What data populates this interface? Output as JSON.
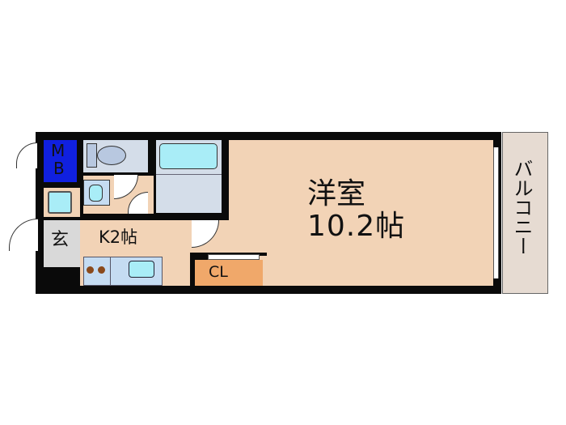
{
  "floorplan": {
    "rooms": {
      "western_room": {
        "name": "洋室",
        "size": "10.2帖"
      },
      "kitchen": {
        "label": "K2帖"
      },
      "entrance": {
        "label": "玄"
      },
      "meter_box": {
        "line1": "M",
        "line2": "B"
      },
      "closet": {
        "label": "CL"
      },
      "balcony": {
        "label": "バルコニー"
      }
    },
    "colors": {
      "wall": "#0a0a0a",
      "room_floor": "#f2d3b6",
      "wet_area": "#d4dde9",
      "fixture_cyan": "#a9edf7",
      "meter_box": "#1020e0",
      "closet": "#f0a86a",
      "balcony": "#e6dbd2",
      "entrance": "#d9d9d9",
      "burner": "#8a4a1c"
    }
  }
}
